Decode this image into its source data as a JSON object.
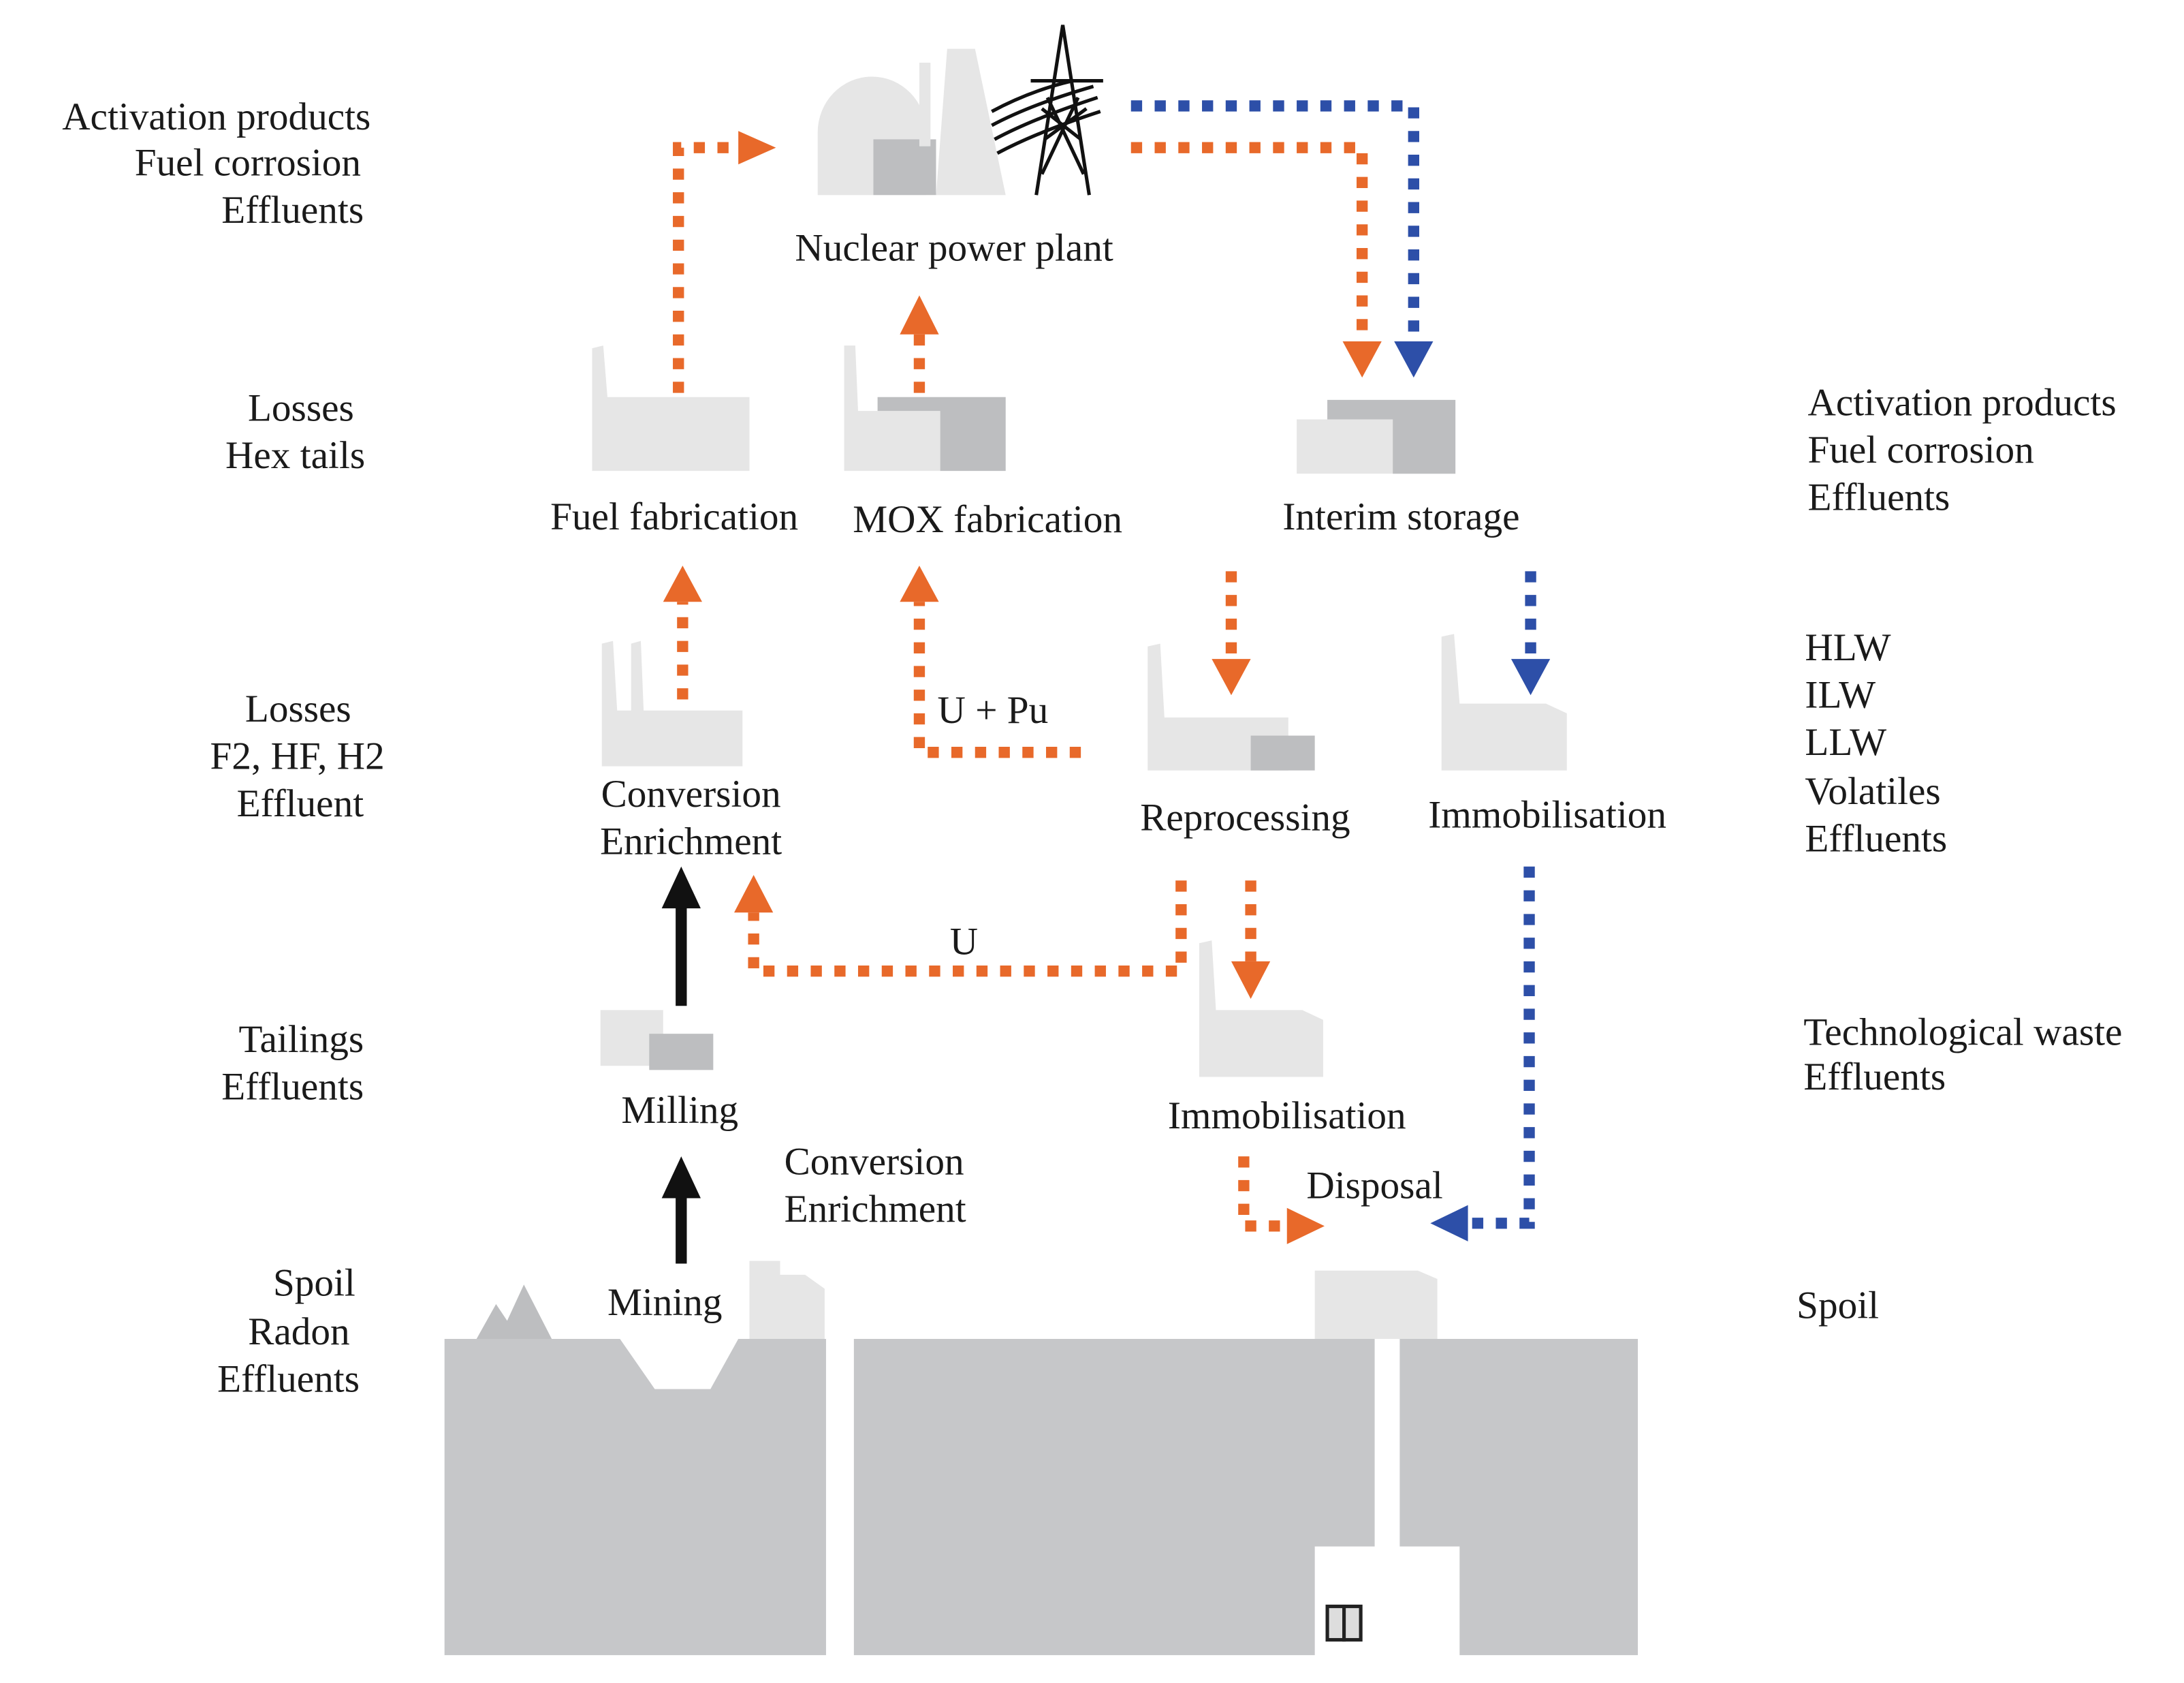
{
  "colors": {
    "orange": "#E8692A",
    "blue": "#2D4FA8",
    "light_gray": "#E6E6E6",
    "mid_gray": "#BDBEC0",
    "ground": "#C6C7C9"
  },
  "left_labels": {
    "npp": [
      "Activation products",
      "Fuel corrosion",
      "Effluents"
    ],
    "fabrication": [
      "Losses",
      "Hex tails"
    ],
    "conversion": [
      "Losses",
      "F2, HF, H2",
      "Effluent"
    ],
    "milling": [
      "Tailings",
      "Effluents"
    ],
    "mining": [
      "Spoil",
      "Radon",
      "Effluents"
    ]
  },
  "right_labels": {
    "storage": [
      "Activation products",
      "Fuel corrosion",
      "Effluents"
    ],
    "immobilisation": [
      "HLW",
      "ILW",
      "LLW",
      "Volatiles",
      "Effluents"
    ],
    "lower_immobilisation": [
      "Technological waste",
      "Effluents"
    ],
    "disposal": [
      "Spoil"
    ]
  },
  "nodes": {
    "npp": "Nuclear power plant",
    "fuel_fab": "Fuel fabrication",
    "mox_fab": "MOX fabrication",
    "interim": "Interim storage",
    "conversion": [
      "Conversion",
      "Enrichment"
    ],
    "reprocessing": "Reprocessing",
    "immobilisation_hlw": "Immobilisation",
    "milling": "Milling",
    "immobilisation_low": "Immobilisation",
    "disposal": "Disposal",
    "mining": "Mining",
    "conversion_note": [
      "Conversion",
      "Enrichment"
    ]
  },
  "flow_labels": {
    "u_pu": "U + Pu",
    "u": "U"
  }
}
